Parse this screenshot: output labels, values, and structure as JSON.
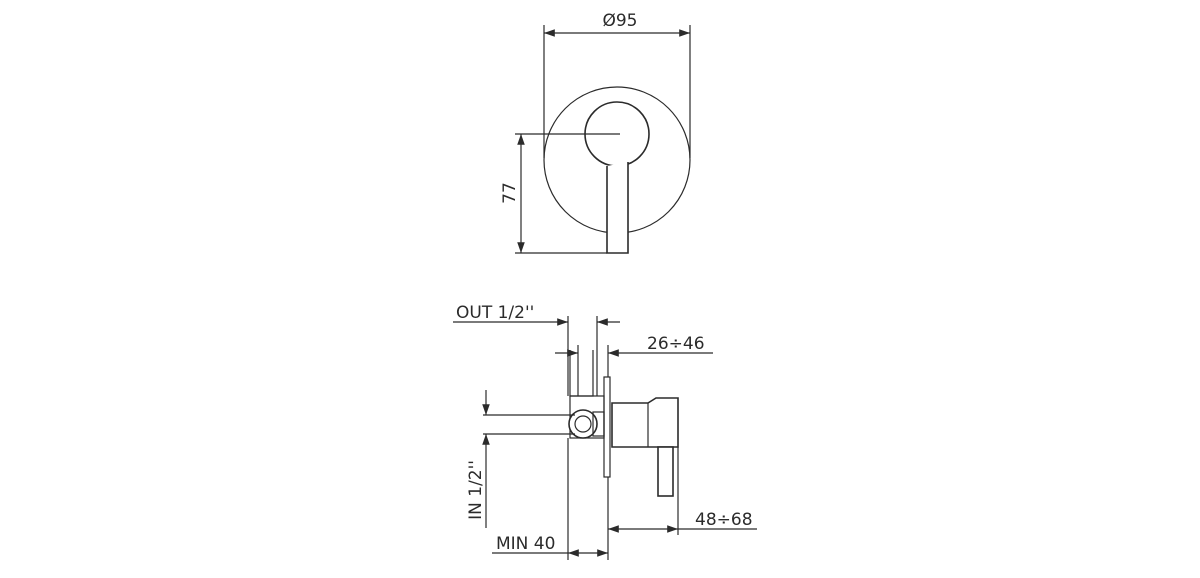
{
  "dimensions": {
    "diameter": "Ø95",
    "height": "77",
    "outlet": "OUT 1/2''",
    "inlet": "IN 1/2''",
    "depth_range": "26÷46",
    "min_depth": "MIN 40",
    "projection_range": "48÷68"
  },
  "colors": {
    "line": "#2b2b2b",
    "background": "#ffffff"
  }
}
